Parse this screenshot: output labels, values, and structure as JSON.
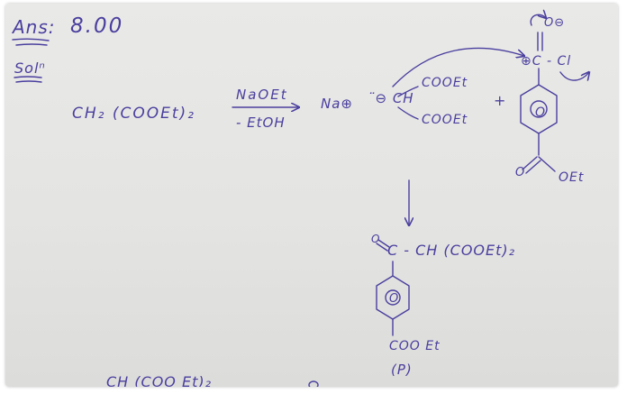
{
  "answer": {
    "label": "Ans:",
    "value": "8.00"
  },
  "solution_label": "Solⁿ",
  "reaction1": {
    "reactant": "CH₂ (COOEt)₂",
    "reagent_top": "NaOEt",
    "reagent_bottom": "- EtOH",
    "cation": "Na⊕",
    "carbanion": "¨⊖ CH",
    "upper_group": "COOEt",
    "lower_group": "COOEt",
    "plus": "+",
    "acyl_carbon": "⊕C - Cl",
    "carbonyl_o": "O⊖",
    "ring_label": "O",
    "ester_o": "O",
    "ester_group": "OEt"
  },
  "product": {
    "o": "O",
    "chain": "C - CH (COOEt)₂",
    "ring_label": "O",
    "ester": "COO Et",
    "label": "(P)"
  },
  "bottom_partial": "CH (COO Et)₂",
  "colors": {
    "ink": "#4a3f9e",
    "paper": "#e6e6e4"
  }
}
